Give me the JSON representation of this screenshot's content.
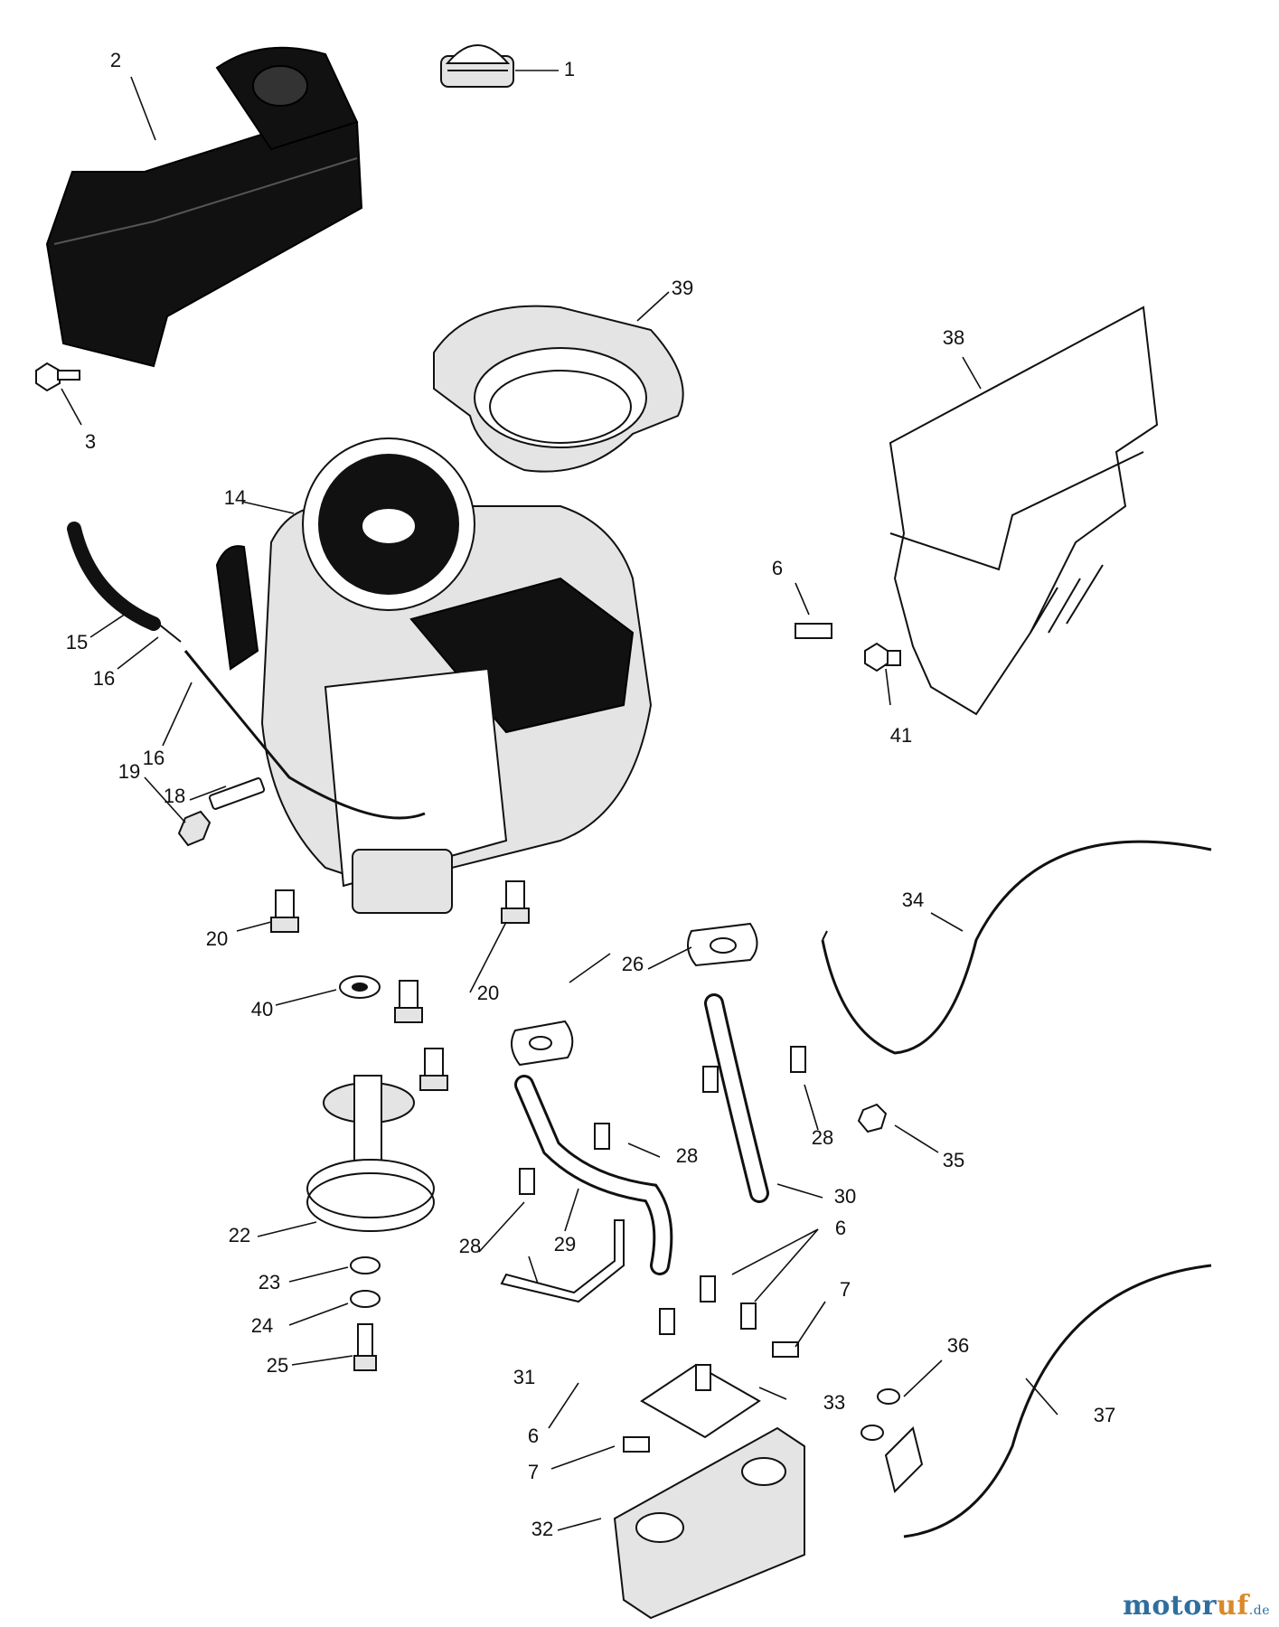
{
  "callouts": {
    "c1": "1",
    "c2": "2",
    "c3": "3",
    "c14": "14",
    "c15": "15",
    "c16a": "16",
    "c16b": "16",
    "c18": "18",
    "c19": "19",
    "c20a": "20",
    "c20b": "20",
    "c22": "22",
    "c23": "23",
    "c24": "24",
    "c25": "25",
    "c26": "26",
    "c28a": "28",
    "c28b": "28",
    "c28c": "28",
    "c29": "29",
    "c30": "30",
    "c31": "31",
    "c32": "32",
    "c33": "33",
    "c34": "34",
    "c35": "35",
    "c36": "36",
    "c37": "37",
    "c38": "38",
    "c39": "39",
    "c40": "40",
    "c41": "41",
    "c6a": "6",
    "c6b": "6",
    "c6c": "6",
    "c7a": "7",
    "c7b": "7"
  },
  "watermark": {
    "main_a": "motor",
    "main_b": "uf",
    "suffix": ".de"
  },
  "colors": {
    "watermark_blue": "#2f6f9e",
    "watermark_orange": "#d9892b"
  }
}
